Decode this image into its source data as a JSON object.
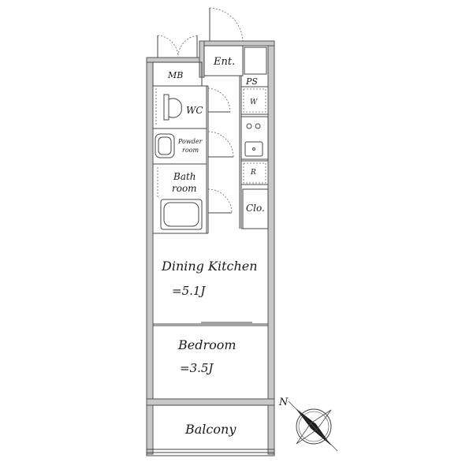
{
  "rooms": {
    "mb": "MB",
    "ent": "Ent.",
    "ps": "PS",
    "wc": "WC",
    "w": "W",
    "powder_line1": "Powder",
    "powder_line2": "room",
    "r": "R",
    "bath_line1": "Bath",
    "bath_line2": "room",
    "clo": "Clo.",
    "dining": "Dining Kitchen",
    "dining_size": "=5.1J",
    "bedroom": "Bedroom",
    "bedroom_size": "=3.5J",
    "balcony": "Balcony"
  },
  "compass": {
    "north_label": "N"
  },
  "colors": {
    "wall": "#c8c8c8",
    "line": "#444444"
  }
}
